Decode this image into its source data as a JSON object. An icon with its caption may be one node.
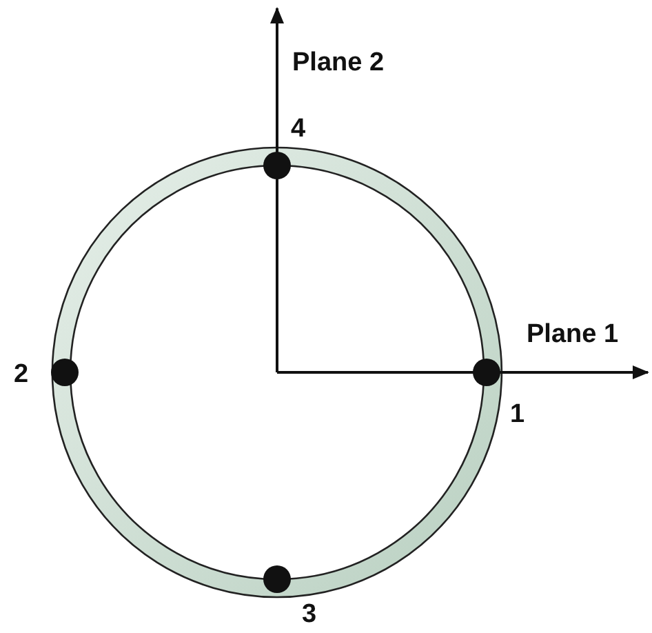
{
  "diagram": {
    "labels": [
      "Plane 2",
      "4",
      "Plane 1",
      "2",
      "1",
      "3"
    ]
  }
}
